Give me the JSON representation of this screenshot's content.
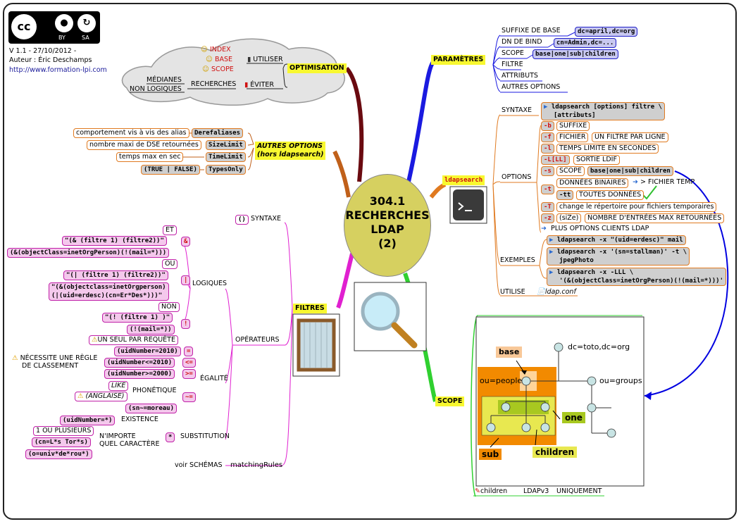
{
  "license": {
    "cc": "cc",
    "by": "BY",
    "sa": "SA"
  },
  "meta": {
    "version": "V 1.1 - 27/10/2012 -",
    "author": "Auteur : Éric Deschamps",
    "url": "http://www.formation-lpi.com"
  },
  "center": {
    "line1": "304.1",
    "line2": "RECHERCHES",
    "line3": "LDAP",
    "line4": "(2)"
  },
  "optimisation": {
    "title": "OPTIMISATION",
    "utiliser": "UTILISER",
    "eviter": "ÉVITER",
    "recherches": "RECHERCHES",
    "medianes": "MÉDIANES",
    "non_logiques": "NON LOGIQUES",
    "index": "INDEX",
    "base": "BASE",
    "scope": "SCOPE"
  },
  "autres_options": {
    "title1": "AUTRES OPTIONS",
    "title2": "(hors ldapsearch)",
    "items": [
      {
        "name": "Derefaliases",
        "desc": "comportement vis à vis des alias"
      },
      {
        "name": "SizeLimit",
        "desc": "nombre maxi de DSE retournées"
      },
      {
        "name": "TimeLimit",
        "desc": "temps max en sec"
      },
      {
        "name": "TypesOnly",
        "desc": "(TRUE | FALSE)"
      }
    ]
  },
  "parametres": {
    "title": "PARAMÈTRES",
    "items": [
      {
        "label": "SUFFIXE DE BASE",
        "value": "dc=april,dc=org"
      },
      {
        "label": "DN DE BIND",
        "value": "cn=Admin,dc=..."
      },
      {
        "label": "SCOPE",
        "value": "base|one|sub|children"
      },
      {
        "label": "FILTRE",
        "value": ""
      },
      {
        "label": "ATTRIBUTS",
        "value": ""
      },
      {
        "label": "AUTRES OPTIONS",
        "value": ""
      }
    ]
  },
  "ldapsearch": {
    "title": "ldapsearch",
    "syntaxe": "SYNTAXE",
    "syntaxe_cmd1": "ldapsearch [options] filtre \\",
    "syntaxe_cmd2": "[attributs]",
    "options": "OPTIONS",
    "opts": [
      {
        "flag": "-b",
        "desc": "SUFFIXE",
        "extra": ""
      },
      {
        "flag": "-f",
        "desc": "FICHIER",
        "extra": "UN FILTRE PAR LIGNE"
      },
      {
        "flag": "-l",
        "desc": "TEMPS LIMITE EN SECONDES",
        "extra": ""
      },
      {
        "flag": "-L[LL]",
        "desc": "SORTIE LDIF",
        "extra": ""
      },
      {
        "flag": "-s",
        "desc": "SCOPE",
        "extra": "base|one|sub|children"
      },
      {
        "flag": "-t",
        "desc": "DONNÉES BINAIRES",
        "extra": "> FICHIER TEMP"
      },
      {
        "flag": "-tt",
        "desc": "TOUTES DONNÉES",
        "extra": ""
      },
      {
        "flag": "-T",
        "desc": "change le répertoire pour fichiers temporaires",
        "extra": ""
      },
      {
        "flag": "-z",
        "desc": "(siZe)",
        "extra": "NOMBRE D'ENTRÉES MAX RETOURNÉES"
      }
    ],
    "plus_options": "PLUS OPTIONS CLIENTS LDAP",
    "exemples": "EXEMPLES",
    "ex1": "ldapsearch -x \"(uid=erdesc)\" mail",
    "ex2a": "ldapsearch -x '(sn=stallman)' -t \\",
    "ex2b": "jpegPhoto",
    "ex3a": "ldapsearch -x -LLL \\",
    "ex3b": "'(&(objectClass=inetOrgPerson)(!(mail=*)))'",
    "utilise": "UTILISE",
    "conf": "ldap.conf"
  },
  "filtres": {
    "title": "FILTRES",
    "syntaxe": "SYNTAXE",
    "parens": "()",
    "operateurs": "OPÉRATEURS",
    "logiques": "LOGIQUES",
    "et": "ET",
    "and_op": "&",
    "and_ex1": "\"(& (filtre 1) (filtre2))\"",
    "and_ex2": "(&(objectClass=inetOrgPerson)(!(mail=*)))",
    "ou": "OU",
    "or_op": "|",
    "or_ex1": "\"(| (filtre 1) (filtre2))\"",
    "or_ex2a": "\"(&(objectclass=inetOrgperson)",
    "or_ex2b": "(|(uid=erdesc)(cn=Er*Des*)))\"",
    "non": "NON",
    "not_op": "!",
    "not_ex1": "\"(! (filtre 1) )\"",
    "not_ex2": "(!(mail=*))",
    "un_seul": "UN SEUL PAR REQUÊTE",
    "egalite": "ÉGALITÉ",
    "eq1": "(uidNumber=2010)",
    "eq2": "(uidNumber<=2010)",
    "eq3": "(uidNumber>=2000)",
    "op_eq": "=",
    "op_le": "<=",
    "op_ge": ">=",
    "warn_line1": "NÉCESSITE UNE RÈGLE",
    "warn_line2": "DE CLASSEMENT",
    "phonetique": "PHONÉTIQUE",
    "like": "LIKE",
    "anglaise": "(ANGLAISE)",
    "op_approx": "~=",
    "approx_ex": "(sn~=moreau)",
    "substitution": "SUBSTITUTION",
    "existence": "EXISTENCE",
    "exist_ex": "(uidNumber=*)",
    "op_star": "*",
    "nimporte1": "N'IMPORTE",
    "nimporte2": "QUEL CARACTÈRE",
    "un_ou_plusieurs": "1 OU PLUSIEURS",
    "sub_ex1": "(cn=L*s Tor*s)",
    "sub_ex2": "(o=univ*de*rou*)",
    "matching": "matchingRules",
    "voir": "voir SCHÉMAS"
  },
  "scope": {
    "title": "SCOPE",
    "children_note": "children",
    "ldapv3": "LDAPv3",
    "uniquement": "UNIQUEMENT",
    "dc": "dc=toto,dc=org",
    "people": "ou=people",
    "groups": "ou=groups",
    "base": "base",
    "one": "one",
    "sub": "sub",
    "children": "children"
  },
  "colors": {
    "parametres": "#1a1ae0",
    "ldapsearch": "#e07a20",
    "filtres": "#e020d0",
    "scope": "#30d030",
    "optimisation": "#6a0a10",
    "autres": "#c0601a"
  }
}
